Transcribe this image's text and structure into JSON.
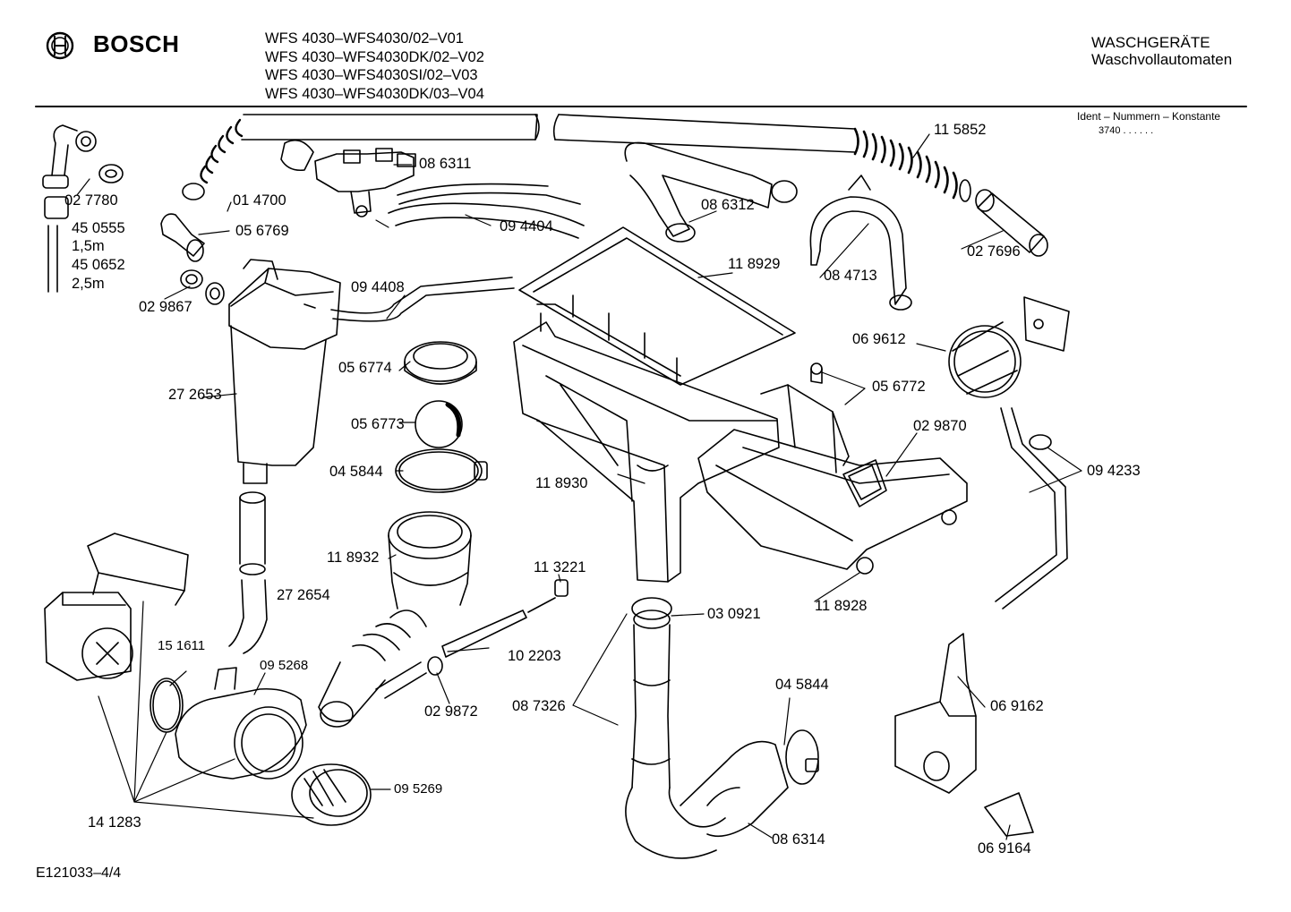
{
  "header": {
    "brand": "BOSCH",
    "models": [
      "WFS 4030–WFS4030/02–V01",
      "WFS 4030–WFS4030DK/02–V02",
      "WFS 4030–WFS4030SI/02–V03",
      "WFS 4030–WFS4030DK/03–V04"
    ],
    "category": "WASCHGERÄTE",
    "subcategory": "Waschvollautomaten",
    "ident_label": "Ident – Nummern – Konstante",
    "ident_value": "3740 .  .   .  .  .  ."
  },
  "footer": {
    "document_id": "E121033–4/4"
  },
  "parts": [
    {
      "id": "p1",
      "text": "02 7780"
    },
    {
      "id": "p2",
      "text": "45 0555"
    },
    {
      "id": "p3",
      "text": "1,5m"
    },
    {
      "id": "p4",
      "text": "45 0652"
    },
    {
      "id": "p5",
      "text": "2,5m"
    },
    {
      "id": "p6",
      "text": "01 4700"
    },
    {
      "id": "p7",
      "text": "08 6311"
    },
    {
      "id": "p8",
      "text": "05 6769"
    },
    {
      "id": "p9",
      "text": "09 4404"
    },
    {
      "id": "p10",
      "text": "02 9867"
    },
    {
      "id": "p11",
      "text": "09 4408"
    },
    {
      "id": "p12",
      "text": "27 2653"
    },
    {
      "id": "p13",
      "text": "05 6774"
    },
    {
      "id": "p14",
      "text": "05 6773"
    },
    {
      "id": "p15",
      "text": "04 5844"
    },
    {
      "id": "p16",
      "text": "11 8930"
    },
    {
      "id": "p17",
      "text": "11 8932"
    },
    {
      "id": "p18",
      "text": "27 2654"
    },
    {
      "id": "p19",
      "text": "11 3221"
    },
    {
      "id": "p20",
      "text": "10 2203"
    },
    {
      "id": "p21",
      "text": "15 1611"
    },
    {
      "id": "p22",
      "text": "09 5268"
    },
    {
      "id": "p23",
      "text": "02 9872"
    },
    {
      "id": "p24",
      "text": "09 5269"
    },
    {
      "id": "p25",
      "text": "14 1283"
    },
    {
      "id": "p26",
      "text": "11 5852"
    },
    {
      "id": "p27",
      "text": "08 6312"
    },
    {
      "id": "p28",
      "text": "11 8929"
    },
    {
      "id": "p29",
      "text": "08 4713"
    },
    {
      "id": "p30",
      "text": "02 7696"
    },
    {
      "id": "p31",
      "text": "06 9612"
    },
    {
      "id": "p32",
      "text": "05 6772"
    },
    {
      "id": "p33",
      "text": "02 9870"
    },
    {
      "id": "p34",
      "text": "09 4233"
    },
    {
      "id": "p35",
      "text": "11 8928"
    },
    {
      "id": "p36",
      "text": "03 0921"
    },
    {
      "id": "p37",
      "text": "08 7326"
    },
    {
      "id": "p38",
      "text": "04 5844"
    },
    {
      "id": "p39",
      "text": "08 6314"
    },
    {
      "id": "p40",
      "text": "06 9162"
    },
    {
      "id": "p41",
      "text": "06 9164"
    }
  ]
}
